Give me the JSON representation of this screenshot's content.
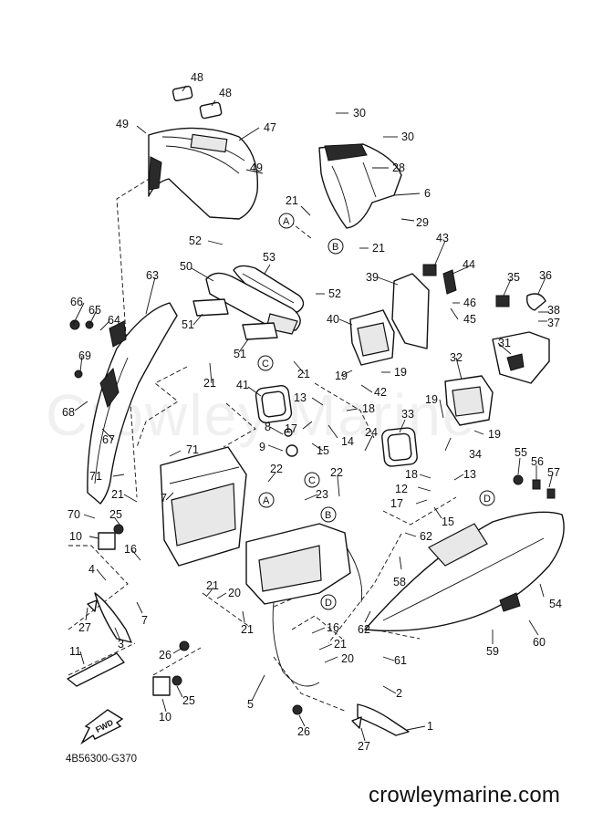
{
  "diagram_code": "4B56300-G370",
  "site_watermark": "crowleymarine.com",
  "background_watermark": "Crowley Marine",
  "fwd_label": "FWD",
  "callouts": [
    {
      "id": "c48a",
      "text": "48"
    },
    {
      "id": "c48b",
      "text": "48"
    },
    {
      "id": "c47",
      "text": "47"
    },
    {
      "id": "c49a",
      "text": "49"
    },
    {
      "id": "c49b",
      "text": "49"
    },
    {
      "id": "c30a",
      "text": "30"
    },
    {
      "id": "c30b",
      "text": "30"
    },
    {
      "id": "c28",
      "text": "28"
    },
    {
      "id": "c6",
      "text": "6"
    },
    {
      "id": "c29",
      "text": "29"
    },
    {
      "id": "c21a",
      "text": "21"
    },
    {
      "id": "c21b",
      "text": "21"
    },
    {
      "id": "c52a",
      "text": "52"
    },
    {
      "id": "c53",
      "text": "53"
    },
    {
      "id": "c43",
      "text": "43"
    },
    {
      "id": "c44",
      "text": "44"
    },
    {
      "id": "c35",
      "text": "35"
    },
    {
      "id": "c36",
      "text": "36"
    },
    {
      "id": "c50",
      "text": "50"
    },
    {
      "id": "c63",
      "text": "63"
    },
    {
      "id": "c39",
      "text": "39"
    },
    {
      "id": "c46",
      "text": "46"
    },
    {
      "id": "c38",
      "text": "38"
    },
    {
      "id": "c52b",
      "text": "52"
    },
    {
      "id": "c66",
      "text": "66"
    },
    {
      "id": "c65",
      "text": "65"
    },
    {
      "id": "c64",
      "text": "64"
    },
    {
      "id": "c45",
      "text": "45"
    },
    {
      "id": "c37",
      "text": "37"
    },
    {
      "id": "c51a",
      "text": "51"
    },
    {
      "id": "c40",
      "text": "40"
    },
    {
      "id": "c31",
      "text": "31"
    },
    {
      "id": "c51b",
      "text": "51"
    },
    {
      "id": "c69",
      "text": "69"
    },
    {
      "id": "c32",
      "text": "32"
    },
    {
      "id": "c19a",
      "text": "19"
    },
    {
      "id": "c19b",
      "text": "19"
    },
    {
      "id": "c21c",
      "text": "21"
    },
    {
      "id": "c21d",
      "text": "21"
    },
    {
      "id": "c42",
      "text": "42"
    },
    {
      "id": "c41",
      "text": "41"
    },
    {
      "id": "c13a",
      "text": "13"
    },
    {
      "id": "c68",
      "text": "68"
    },
    {
      "id": "c19c",
      "text": "19"
    },
    {
      "id": "c18a",
      "text": "18"
    },
    {
      "id": "c17a",
      "text": "17"
    },
    {
      "id": "c8",
      "text": "8"
    },
    {
      "id": "c33",
      "text": "33"
    },
    {
      "id": "c19d",
      "text": "19"
    },
    {
      "id": "c14",
      "text": "14"
    },
    {
      "id": "c15a",
      "text": "15"
    },
    {
      "id": "c24",
      "text": "24"
    },
    {
      "id": "c34",
      "text": "34"
    },
    {
      "id": "c67",
      "text": "67"
    },
    {
      "id": "c71a",
      "text": "71"
    },
    {
      "id": "c9",
      "text": "9"
    },
    {
      "id": "c55",
      "text": "55"
    },
    {
      "id": "c56",
      "text": "56"
    },
    {
      "id": "c57",
      "text": "57"
    },
    {
      "id": "c71b",
      "text": "71"
    },
    {
      "id": "c22a",
      "text": "22"
    },
    {
      "id": "c22b",
      "text": "22"
    },
    {
      "id": "c18b",
      "text": "18"
    },
    {
      "id": "c13b",
      "text": "13"
    },
    {
      "id": "c21e",
      "text": "21"
    },
    {
      "id": "c12",
      "text": "12"
    },
    {
      "id": "c23",
      "text": "23"
    },
    {
      "id": "c7a",
      "text": "7"
    },
    {
      "id": "c17b",
      "text": "17"
    },
    {
      "id": "c70",
      "text": "70"
    },
    {
      "id": "c25a",
      "text": "25"
    },
    {
      "id": "c15b",
      "text": "15"
    },
    {
      "id": "c10a",
      "text": "10"
    },
    {
      "id": "c62a",
      "text": "62"
    },
    {
      "id": "c16a",
      "text": "16"
    },
    {
      "id": "c58",
      "text": "58"
    },
    {
      "id": "c54",
      "text": "54"
    },
    {
      "id": "c4",
      "text": "4"
    },
    {
      "id": "c21f",
      "text": "21"
    },
    {
      "id": "c20a",
      "text": "20"
    },
    {
      "id": "c7b",
      "text": "7"
    },
    {
      "id": "c21g",
      "text": "21"
    },
    {
      "id": "c62b",
      "text": "62"
    },
    {
      "id": "c27a",
      "text": "27"
    },
    {
      "id": "c3",
      "text": "3"
    },
    {
      "id": "c16b",
      "text": "16"
    },
    {
      "id": "c59",
      "text": "59"
    },
    {
      "id": "c60",
      "text": "60"
    },
    {
      "id": "c26a",
      "text": "26"
    },
    {
      "id": "c21h",
      "text": "21"
    },
    {
      "id": "c20b",
      "text": "20"
    },
    {
      "id": "c61",
      "text": "61"
    },
    {
      "id": "c11",
      "text": "11"
    },
    {
      "id": "c25b",
      "text": "25"
    },
    {
      "id": "c5",
      "text": "5"
    },
    {
      "id": "c2",
      "text": "2"
    },
    {
      "id": "c10b",
      "text": "10"
    },
    {
      "id": "c26b",
      "text": "26"
    },
    {
      "id": "c1",
      "text": "1"
    },
    {
      "id": "c27b",
      "text": "27"
    }
  ],
  "reference_markers": [
    {
      "id": "rA1",
      "text": "A"
    },
    {
      "id": "rB1",
      "text": "B"
    },
    {
      "id": "rC1",
      "text": "C"
    },
    {
      "id": "rC2",
      "text": "C"
    },
    {
      "id": "rA2",
      "text": "A"
    },
    {
      "id": "rB2",
      "text": "B"
    },
    {
      "id": "rD1",
      "text": "D"
    },
    {
      "id": "rD2",
      "text": "D"
    }
  ]
}
